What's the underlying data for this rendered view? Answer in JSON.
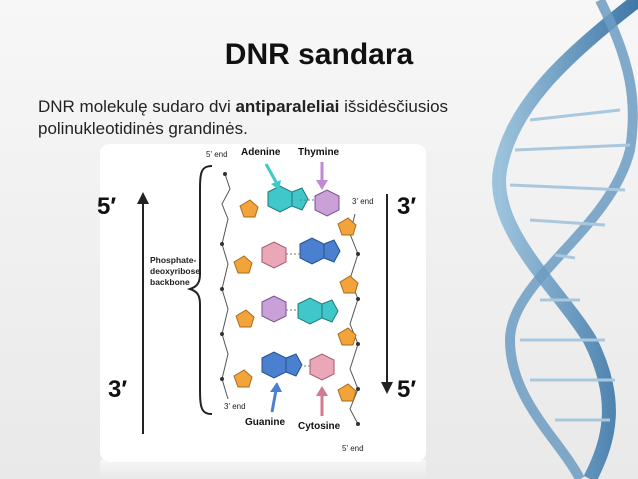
{
  "slide": {
    "title": "DNR sandara",
    "body_pre": "DNR molekulę sudaro dvi ",
    "body_bold": "antiparaleliai",
    "body_post": " išsidėsčiusios polinukleotidinės grandinės."
  },
  "diagram": {
    "left_top": "5′",
    "left_bottom": "3′",
    "right_top": "3′",
    "right_bottom": "5′",
    "adenine": "Adenine",
    "thymine": "Thymine",
    "guanine": "Guanine",
    "cytosine": "Cytosine",
    "five_end_top": "5' end",
    "three_end_right": "3' end",
    "three_end_bottom": "3' end",
    "five_end_bottom": "5' end",
    "backbone_1": "Phosphate-",
    "backbone_2": "deoxyribose",
    "backbone_3": "backbone"
  },
  "colors": {
    "sugar": "#f2a33a",
    "adenine": "#3fc7c9",
    "thymine": "#c9a0d8",
    "guanine": "#4b7fd0",
    "cytosine": "#e9a7b7",
    "arrow": "#222222"
  }
}
